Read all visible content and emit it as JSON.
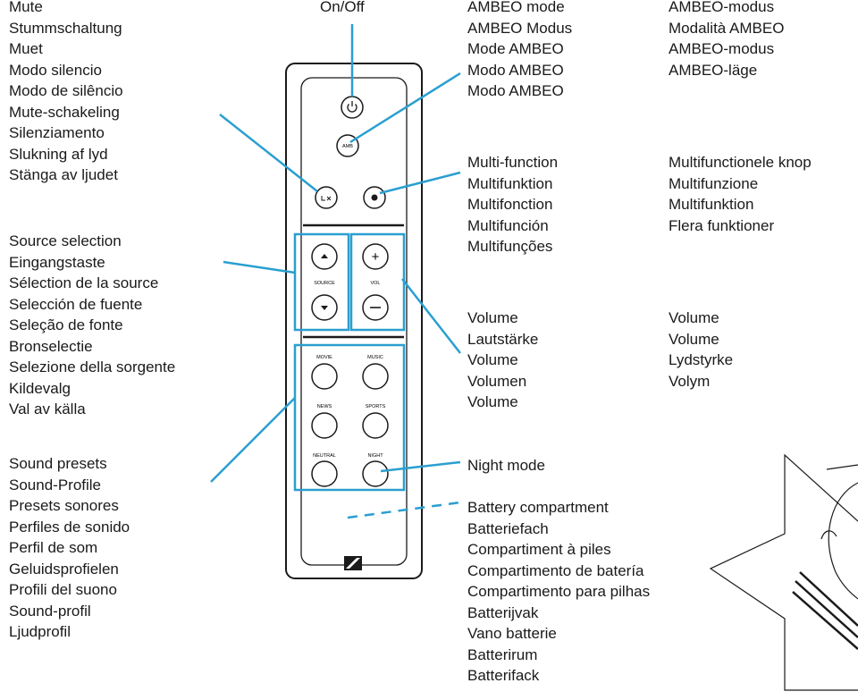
{
  "labels": {
    "mute": [
      "Mute",
      "Stummschaltung",
      "Muet",
      "Modo silencio",
      "Modo de silêncio",
      "Mute-schakeling",
      "Silenziamento",
      "Slukning af lyd",
      "Stänga av ljudet"
    ],
    "source": [
      "Source selection",
      "Eingangstaste",
      "Sélection de la source",
      "Selección de fuente",
      "Seleção de fonte",
      "Bronselectie",
      "Selezione della sorgente",
      "Kildevalg",
      "Val av källa"
    ],
    "presets": [
      "Sound presets",
      "Sound-Profile",
      "Presets sonores",
      "Perfiles de sonido",
      "Perfil de som",
      "Geluidsprofielen",
      "Profili del suono",
      "Sound-profil",
      "Ljudprofil"
    ],
    "onoff": "On/Off",
    "ambeo_left": [
      "AMBEO mode",
      "AMBEO Modus",
      "Mode AMBEO",
      "Modo AMBEO",
      "Modo AMBEO"
    ],
    "ambeo_right": [
      "AMBEO-modus",
      "Modalità AMBEO",
      "AMBEO-modus",
      "AMBEO-läge"
    ],
    "multi_left": [
      "Multi-function",
      "Multifunktion",
      "Multifonction",
      "Multifunción",
      "Multifunções"
    ],
    "multi_right": [
      "Multifunctionele knop",
      "Multifunzione",
      "Multifunktion",
      "Flera funktioner"
    ],
    "volume_left": [
      "Volume",
      "Lautstärke",
      "Volume",
      "Volumen",
      "Volume"
    ],
    "volume_right": [
      "Volume",
      "Volume",
      "Lydstyrke",
      "Volym"
    ],
    "night": "Night mode",
    "battery": [
      "Battery compartment",
      "Batteriefach",
      "Compartiment à piles",
      "Compartimento de batería",
      "Compartimento para pilhas",
      "Batterijvak",
      "Vano batterie",
      "Batterirum",
      "Batterifack"
    ]
  },
  "remote": {
    "amb": "AMB",
    "source": "SOURCE",
    "vol": "VOL",
    "movie": "MOVIE",
    "music": "MUSIC",
    "news": "NEWS",
    "sports": "SPORTS",
    "neutral": "NEUTRAL",
    "night": "NIGHT",
    "plus": "+",
    "minus": "–"
  },
  "colors": {
    "callout": "#2a9fd0",
    "line": "#1a1a1a"
  }
}
